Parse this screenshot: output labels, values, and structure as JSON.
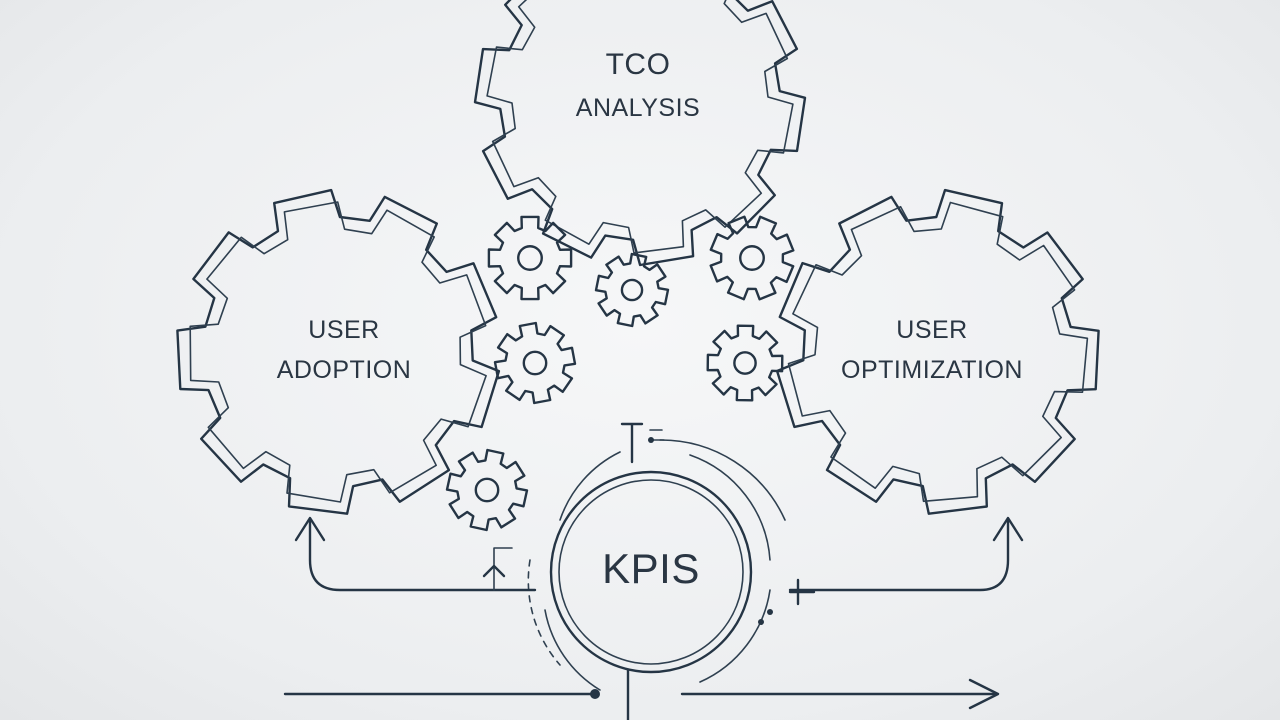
{
  "labels": {
    "tco_line1": "TCO",
    "tco_line2": "ANALYSIS",
    "adoption_line1": "USER",
    "adoption_line2": "ADOPTION",
    "optimization_line1": "USER",
    "optimization_line2": "OPTIMIZATION",
    "center": "KPIS"
  },
  "colors": {
    "ink": "#253545",
    "background": "#eceef0"
  },
  "icons": [
    "gear-icon",
    "arrow-icon"
  ]
}
